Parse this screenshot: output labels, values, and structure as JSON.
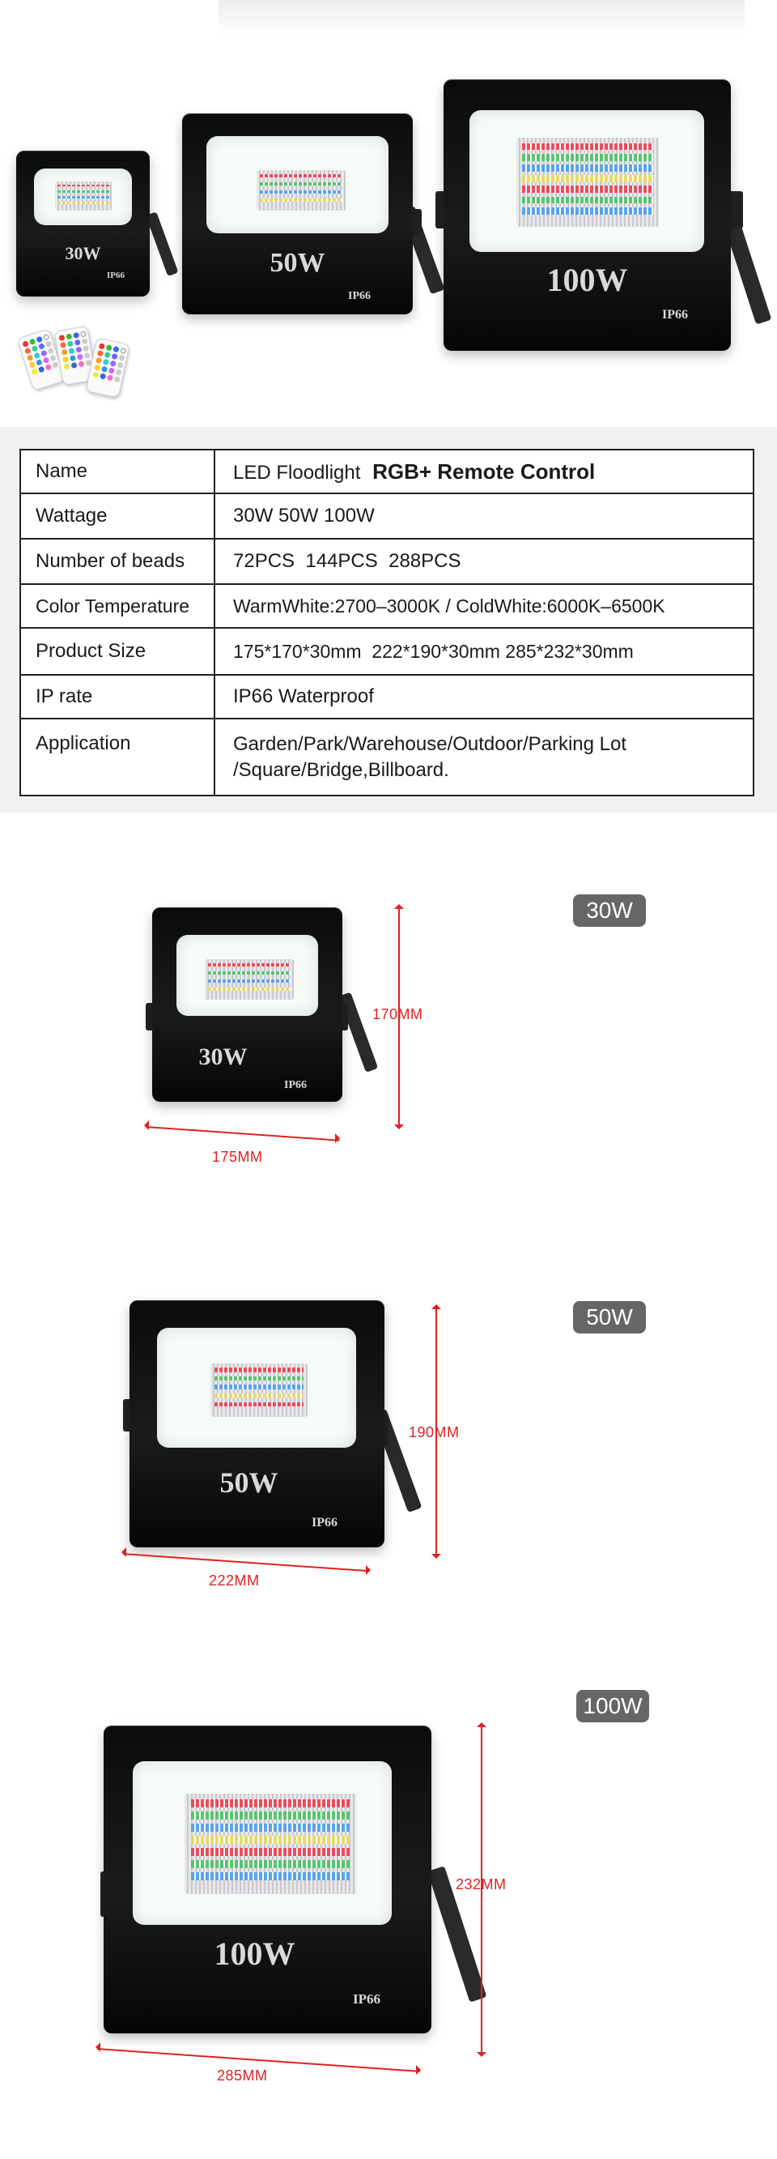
{
  "hero": {
    "lights": [
      {
        "watt": "30W",
        "ip": "IP66"
      },
      {
        "watt": "50W",
        "ip": "IP66"
      },
      {
        "watt": "100W",
        "ip": "IP66"
      }
    ]
  },
  "spec": {
    "rows": [
      {
        "key": "Name",
        "value": "LED Floodlight",
        "value_strong": "RGB+ Remote Control"
      },
      {
        "key": "Wattage",
        "value": "30W 50W 100W"
      },
      {
        "key": "Number of beads",
        "value": "72PCS  144PCS  288PCS"
      },
      {
        "key": "Color Temperature",
        "value": "WarmWhite:2700–3000K / ColdWhite:6000K–6500K"
      },
      {
        "key": "Product Size",
        "value": "175*170*30mm  222*190*30mm 285*232*30mm"
      },
      {
        "key": "IP rate",
        "value": "IP66 Waterproof"
      },
      {
        "key": "Application",
        "value": "Garden/Park/Warehouse/Outdoor/Parking Lot",
        "value2": "/Square/Bridge,Billboard."
      }
    ]
  },
  "dims": [
    {
      "badge": "30W",
      "watt": "30W",
      "ip": "IP66",
      "width_label": "175MM",
      "height_label": "170MM"
    },
    {
      "badge": "50W",
      "watt": "50W",
      "ip": "IP66",
      "width_label": "222MM",
      "height_label": "190MM"
    },
    {
      "badge": "100W",
      "watt": "100W",
      "ip": "IP66",
      "width_label": "285MM",
      "height_label": "232MM"
    }
  ]
}
